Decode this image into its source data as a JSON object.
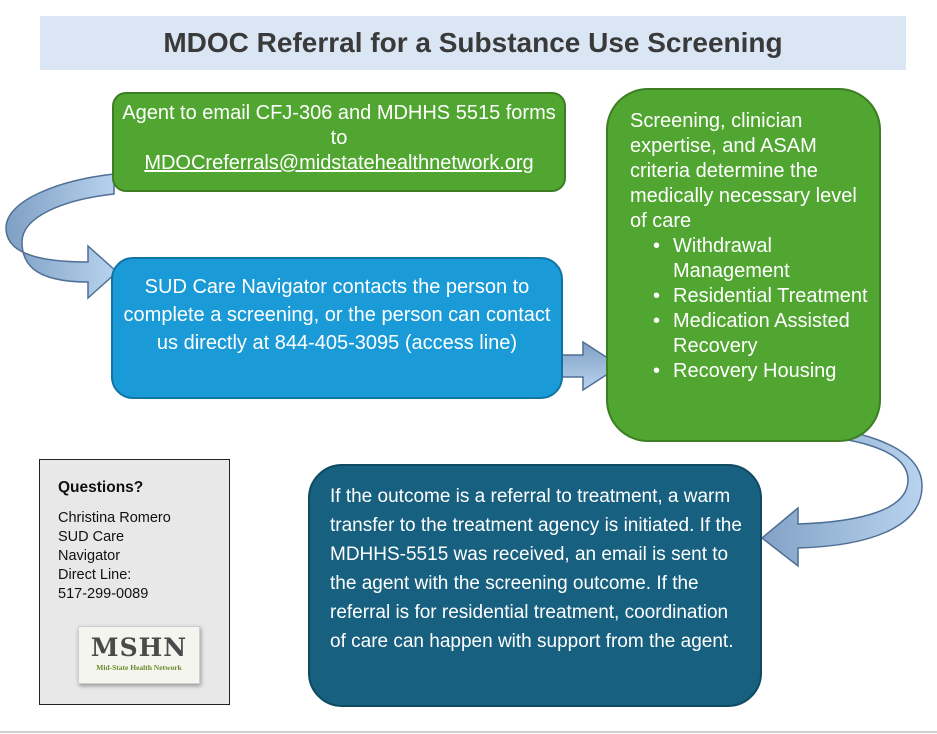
{
  "title": "MDOC Referral for a Substance Use Screening",
  "steps": {
    "email": {
      "text": "Agent to email CFJ-306 and MDHHS 5515 forms to",
      "email": "MDOCreferrals@midstatehealthnetwork.org"
    },
    "navigator": {
      "text": "SUD Care Navigator contacts the person to complete a screening, or the person can contact us directly at 844-405-3095 (access line)"
    },
    "screening": {
      "text": "Screening, clinician expertise, and ASAM criteria determine the medically necessary level of care",
      "levels": [
        "Withdrawal Management",
        "Residential Treatment",
        "Medication Assisted Recovery",
        "Recovery Housing"
      ]
    },
    "outcome": {
      "text": "If the outcome is a referral to treatment, a warm transfer to the treatment agency is initiated. If the MDHHS-5515 was received, an email is sent to the agent with the screening outcome. If the referral is for residential treatment, coordination of care can happen with support from the agent."
    }
  },
  "contact": {
    "heading": "Questions?",
    "name": "Christina Romero",
    "role_line1": "SUD Care",
    "role_line2": "Navigator",
    "phone_label": "Direct Line:",
    "phone": "517-299-0089"
  },
  "logo": {
    "text": "MSHN",
    "subtitle": "Mid-State Health Network"
  },
  "colors": {
    "title_bg": "#dbe6f5",
    "green": "#51a631",
    "blue": "#1a9bd7",
    "dark_blue": "#17607f",
    "arrow": "#a9c8e8"
  }
}
